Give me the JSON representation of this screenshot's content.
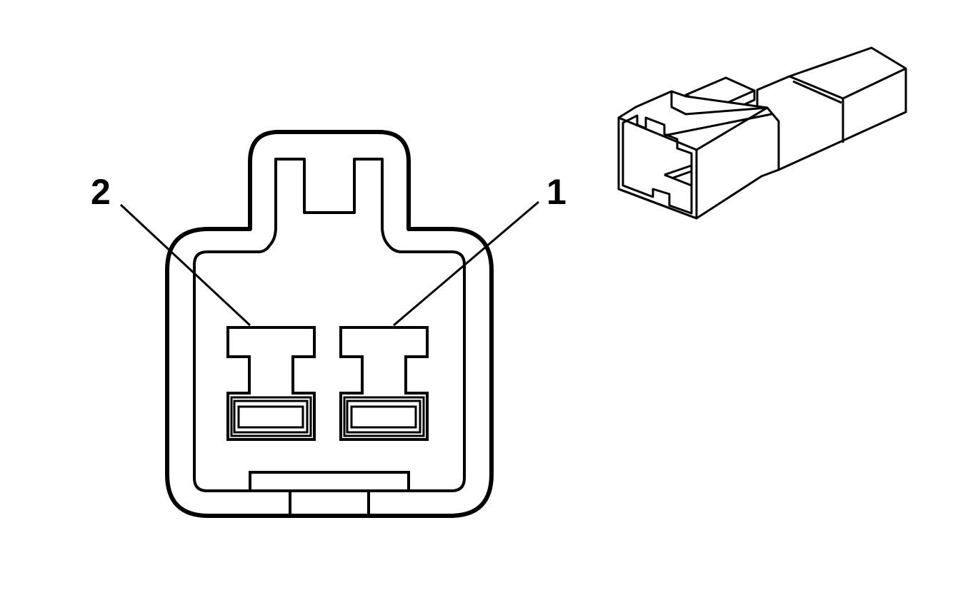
{
  "diagram": {
    "pin_labels": [
      {
        "id": "pin-2",
        "text": "2"
      },
      {
        "id": "pin-1",
        "text": "1"
      }
    ],
    "colors": {
      "line": "#000000",
      "background": "#ffffff"
    }
  }
}
